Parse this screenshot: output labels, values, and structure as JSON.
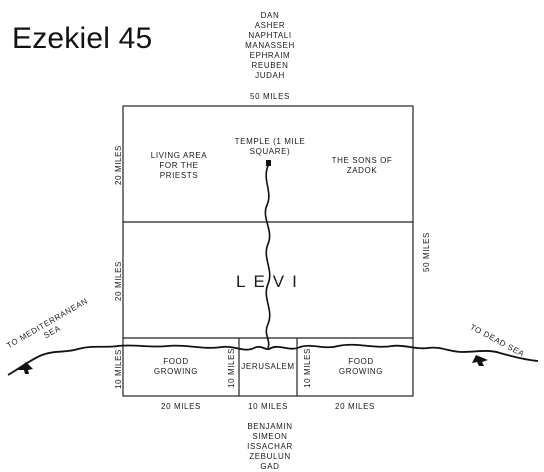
{
  "title": "Ezekiel 45",
  "north_tribes": [
    "DAN",
    "ASHER",
    "NAPHTALI",
    "MANASSEH",
    "EPHRAIM",
    "REUBEN",
    "JUDAH"
  ],
  "south_tribes": [
    "BENJAMIN",
    "SIMEON",
    "ISSACHAR",
    "ZEBULUN",
    "GAD"
  ],
  "labels": {
    "top_width": "50 MILES",
    "left_upper": "20 MILES",
    "left_middle": "20 MILES",
    "left_lower": "10 MILES",
    "right_height": "50 MILES",
    "bottom_left": "20 MILES",
    "bottom_center": "10 MILES",
    "bottom_right": "20 MILES",
    "jerusalem_left": "10 MILES",
    "jerusalem_right": "10 MILES",
    "priests_area": "LIVING AREA FOR THE PRIESTS",
    "temple": "TEMPLE (1 MILE SQUARE)",
    "zadok": "THE SONS OF ZADOK",
    "levi": "LEVI",
    "food_left": "FOOD GROWING",
    "jerusalem": "JERUSALEM",
    "food_right": "FOOD GROWING",
    "west_sea": "TO MEDITERRANEAN SEA",
    "east_sea": "TO DEAD SEA"
  }
}
